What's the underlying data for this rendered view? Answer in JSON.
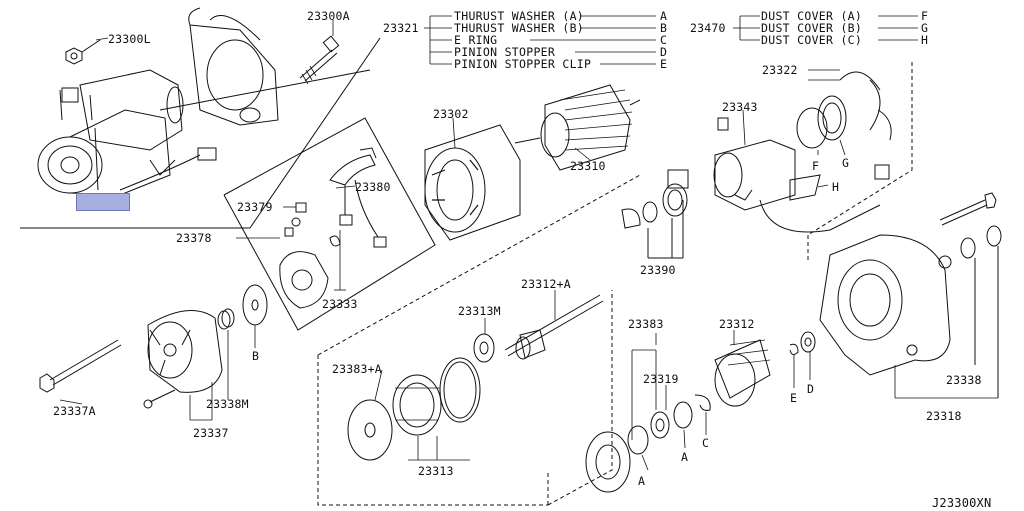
{
  "diagram_id": "J23300XN",
  "highlight_color": "#a7aee0",
  "part_labels": {
    "p23300A": "23300A",
    "p23300L": "23300L",
    "p23321": "23321",
    "p23470": "23470",
    "p23322": "23322",
    "p23343": "23343",
    "p23302": "23302",
    "p23310": "23310",
    "p23380": "23380",
    "p23379": "23379",
    "p23378": "23378",
    "p23333": "23333",
    "p23390": "23390",
    "p23312A": "23312+A",
    "p23313M": "23313M",
    "p23383A": "23383+A",
    "p23383": "23383",
    "p23319": "23319",
    "p23312": "23312",
    "p23338": "23338",
    "p23318": "23318",
    "p23338M": "23338M",
    "p23337": "23337",
    "p23337A": "23337A",
    "p23313": "23313"
  },
  "legend_23321": [
    {
      "name": "THURUST WASHER (A)",
      "code": "A"
    },
    {
      "name": "THURUST WASHER (B)",
      "code": "B"
    },
    {
      "name": "E RING",
      "code": "C"
    },
    {
      "name": "PINION STOPPER",
      "code": "D"
    },
    {
      "name": "PINION STOPPER CLIP",
      "code": "E"
    }
  ],
  "legend_23470": [
    {
      "name": "DUST COVER (A)",
      "code": "F"
    },
    {
      "name": "DUST COVER (B)",
      "code": "G"
    },
    {
      "name": "DUST COVER (C)",
      "code": "H"
    }
  ],
  "letter_callouts": {
    "B_washer": "B",
    "A_left": "A",
    "A_mid": "A",
    "C_ring": "C",
    "E_clip": "E",
    "D_stopper": "D",
    "F_cover": "F",
    "G_cover": "G",
    "H_cover": "H"
  }
}
